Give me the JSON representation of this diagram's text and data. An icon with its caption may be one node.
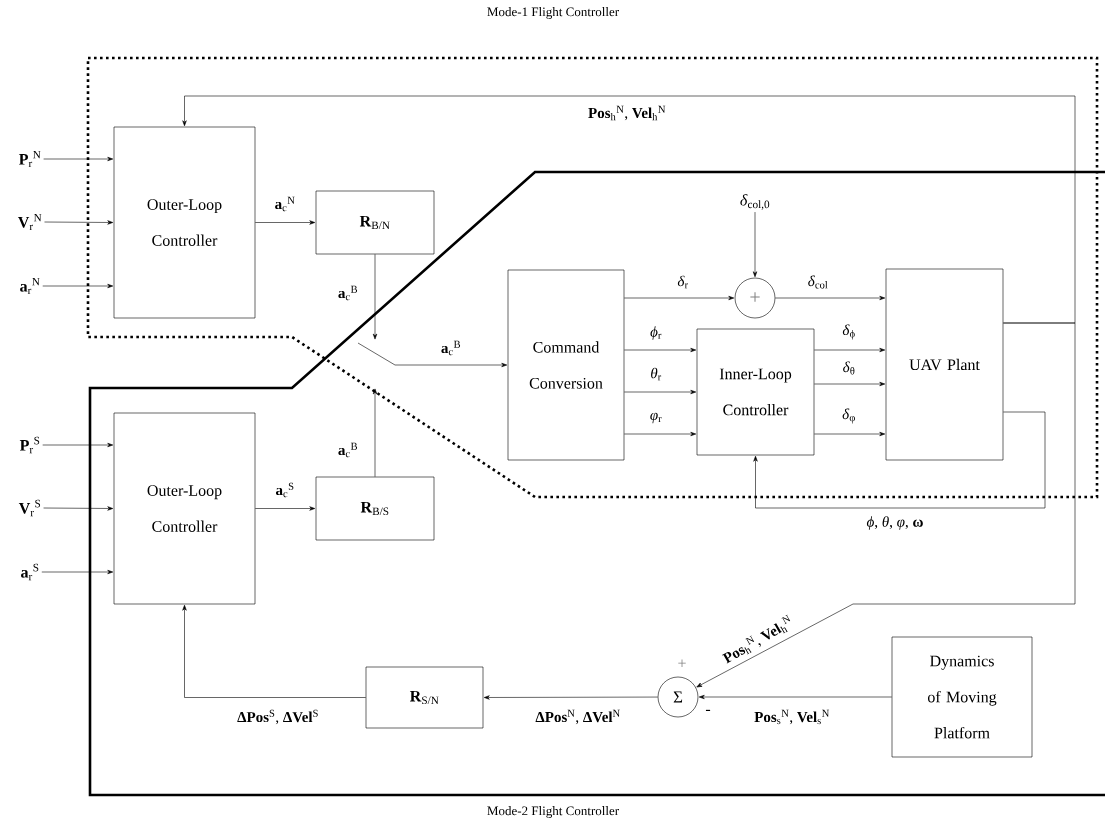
{
  "diagram": {
    "nodes": [
      {
        "text": [
          "Outer-Loop Controller"
        ]
      },
      {
        "text": [
          "**R**$_{B/N}$"
        ]
      },
      {
        "text": [
          "Command Conversion"
        ]
      },
      {
        "text": [
          "+"
        ]
      },
      {
        "text": [
          "Inner-Loop Controller"
        ]
      },
      {
        "text": [
          "UAV Plant"
        ]
      },
      {
        "text": [
          "Outer-Loop Controller"
        ]
      },
      {
        "text": [
          "**R**$_{B/S}$"
        ]
      },
      {
        "text": [
          "**R**$_{S/N}$"
        ]
      },
      {
        "text": [
          "Σ"
        ],
        "beside": [
          "+",
          "-"
        ]
      },
      {
        "text": [
          "Dynamics of Moving Platform"
        ]
      },
      {
        "text": [
          "*δ*$_{col,0}$"
        ]
      },
      {
        "text": [
          "**P**$_{r}$$^{N}$"
        ]
      },
      {
        "text": [
          "**V**$_{r}$$^{N}$"
        ]
      },
      {
        "text": [
          "**a**$_{r}$$^{N}$"
        ]
      },
      {
        "text": [
          "**P**$_{r}$$^{S}$"
        ]
      },
      {
        "text": [
          "**V**$_{r}$$^{S}$"
        ]
      },
      {
        "text": [
          "**a**$_{r}$$^{S}$"
        ]
      }
    ],
    "edges": [
      {
        "from": 12,
        "to": 0,
        "arrow": "to"
      },
      {
        "from": 13,
        "to": 0,
        "arrow": "to"
      },
      {
        "from": 14,
        "to": 0,
        "arrow": "to"
      },
      {
        "from": 0,
        "to": 1,
        "arrow": "to",
        "label": "**a**$_{c}$$^{N}$"
      },
      {
        "from": 1,
        "to": null,
        "arrow": "to",
        "label": "**a**$_{c}$$^{B}$"
      },
      {
        "from": null,
        "to": 2,
        "arrow": "to",
        "label": "**a**$_{c}$$^{B}$"
      },
      {
        "from": 15,
        "to": 6,
        "arrow": "to"
      },
      {
        "from": 16,
        "to": 6,
        "arrow": "to"
      },
      {
        "from": 17,
        "to": 6,
        "arrow": "to"
      },
      {
        "from": 6,
        "to": 7,
        "arrow": "to",
        "label": "**a**$_{c}$$^{S}$"
      },
      {
        "from": 7,
        "to": null,
        "arrow": "to",
        "label": "**a**$_{c}$$^{B}$"
      },
      {
        "from": 2,
        "to": 3,
        "arrow": "to",
        "label": "*δ*$_{r}$"
      },
      {
        "from": 11,
        "to": 3,
        "arrow": "to"
      },
      {
        "from": 3,
        "to": 5,
        "arrow": "to",
        "label": "*δ*$_{col}$"
      },
      {
        "from": 2,
        "to": 4,
        "arrow": "to",
        "label": "*ϕ*$_{r}$"
      },
      {
        "from": 2,
        "to": 4,
        "arrow": "to",
        "label": "*θ*$_{r}$"
      },
      {
        "from": 2,
        "to": 4,
        "arrow": "to",
        "label": "*φ*$_{r}$"
      },
      {
        "from": 4,
        "to": 5,
        "arrow": "to",
        "label": "*δ*$_{ϕ}$"
      },
      {
        "from": 4,
        "to": 5,
        "arrow": "to",
        "label": "*δ*$_{θ}$"
      },
      {
        "from": 4,
        "to": 5,
        "arrow": "to",
        "label": "*δ*$_{φ}$"
      },
      {
        "from": 5,
        "to": 4,
        "arrow": "to",
        "label": "*ϕ*, *θ*, *φ*, **ω**"
      },
      {
        "from": 5,
        "to": 0,
        "arrow": "to",
        "label": "**Pos**$_{h}$$^{N}$, **Vel**$_{h}$$^{N}$"
      },
      {
        "from": 5,
        "to": 9,
        "arrow": "to",
        "label": "**Pos**$_{h}$$^{N}$, **Vel**$_{h}$$^{N}$"
      },
      {
        "from": 10,
        "to": 9,
        "arrow": "to",
        "label": "**Pos**$_{s}$$^{N}$, **Vel**$_{s}$$^{N}$"
      },
      {
        "from": 9,
        "to": 8,
        "arrow": "to",
        "label": "**ΔPos**$^{N}$, **ΔVel**$^{N}$"
      },
      {
        "from": 8,
        "to": 6,
        "arrow": "to",
        "label": "**ΔPos**$^{S}$, **ΔVel**$^{S}$"
      }
    ],
    "labels": [
      "Mode-1 Flight Controller",
      "Mode-2 Flight Controller"
    ]
  }
}
